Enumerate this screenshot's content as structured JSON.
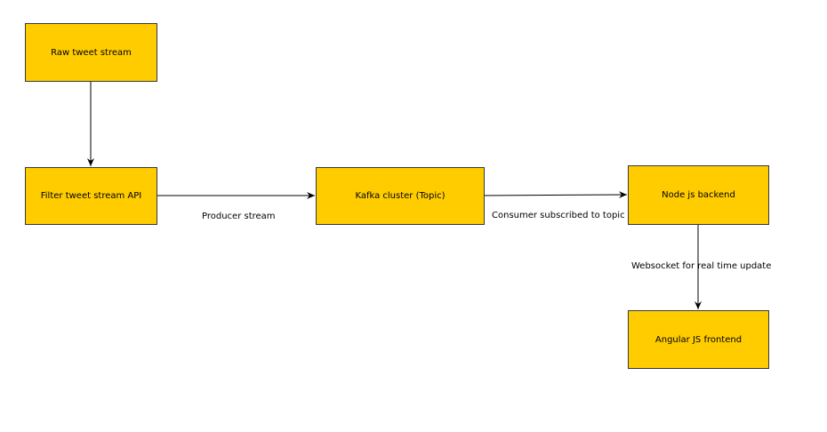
{
  "diagram": {
    "colors": {
      "node_fill": "#ffcc00",
      "node_stroke": "#36393d",
      "edge": "#000000",
      "background": "#ffffff"
    },
    "nodes": [
      {
        "id": "raw",
        "label": "Raw tweet stream"
      },
      {
        "id": "filter",
        "label": "Filter tweet stream API"
      },
      {
        "id": "kafka",
        "label": "Kafka cluster (Topic)"
      },
      {
        "id": "node",
        "label": "Node js backend"
      },
      {
        "id": "angular",
        "label": "Angular JS frontend"
      }
    ],
    "edges": [
      {
        "from": "raw",
        "to": "filter",
        "label": ""
      },
      {
        "from": "filter",
        "to": "kafka",
        "label": "Producer stream"
      },
      {
        "from": "kafka",
        "to": "node",
        "label": "Consumer subscribed to topic"
      },
      {
        "from": "node",
        "to": "angular",
        "label": "Websocket for real time update"
      }
    ]
  }
}
